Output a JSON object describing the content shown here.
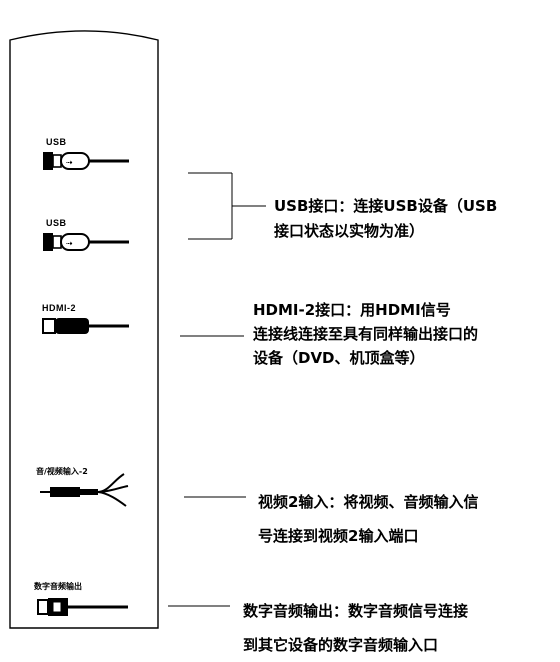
{
  "ports": [
    {
      "id": "usb-1",
      "icon": "usb-plug-icon",
      "label": "USB"
    },
    {
      "id": "usb-2",
      "icon": "usb-plug-icon",
      "label": "USB"
    },
    {
      "id": "hdmi-2",
      "icon": "hdmi-plug-icon",
      "label": "HDMI-2"
    },
    {
      "id": "av-in-2",
      "icon": "av-cable-icon",
      "label": "音/视频输入-2"
    },
    {
      "id": "digital-audio-out",
      "icon": "optical-plug-icon",
      "label": "数字音频输出"
    }
  ],
  "descriptions": {
    "usb": [
      "USB接口：连接USB设备（USB",
      "接口状态以实物为准）"
    ],
    "hdmi": [
      "HDMI-2接口：用HDMI信号",
      "连接线连接至具有同样输出接口的",
      "设备（DVD、机顶盒等）"
    ],
    "av": [
      "视频2输入：将视频、音频输入信",
      "号连接到视频2输入端口"
    ],
    "digital_audio": [
      "数字音频输出：数字音频信号连接",
      "到其它设备的数字音频输入口"
    ]
  }
}
